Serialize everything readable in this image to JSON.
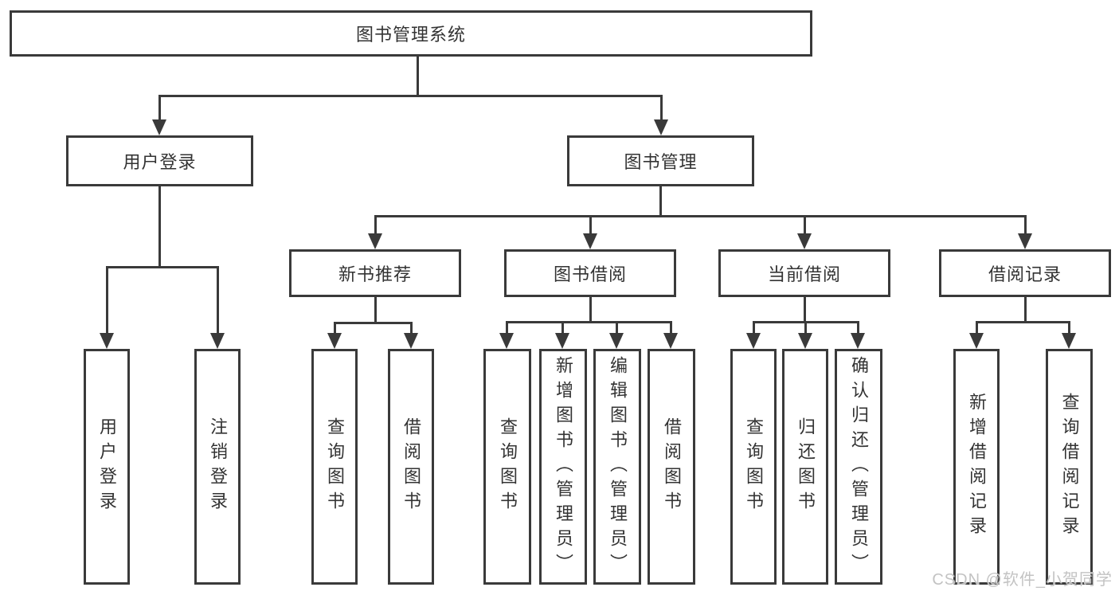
{
  "diagram_type": "hierarchy-tree",
  "tree": {
    "label": "图书管理系统",
    "children": [
      {
        "label": "用户登录",
        "children": [
          {
            "label": "用户登录"
          },
          {
            "label": "注销登录"
          }
        ]
      },
      {
        "label": "图书管理",
        "children": [
          {
            "label": "新书推荐",
            "children": [
              {
                "label": "查询图书"
              },
              {
                "label": "借阅图书"
              }
            ]
          },
          {
            "label": "图书借阅",
            "children": [
              {
                "label": "查询图书"
              },
              {
                "label": "新增图书（管理员）"
              },
              {
                "label": "编辑图书（管理员）"
              },
              {
                "label": "借阅图书"
              }
            ]
          },
          {
            "label": "当前借阅",
            "children": [
              {
                "label": "查询图书"
              },
              {
                "label": "归还图书"
              },
              {
                "label": "确认归还（管理员）"
              }
            ]
          },
          {
            "label": "借阅记录",
            "children": [
              {
                "label": "新增借阅记录"
              },
              {
                "label": "查询借阅记录"
              }
            ]
          }
        ]
      }
    ]
  },
  "watermark": "CSDN @软件_小贺同学",
  "colors": {
    "bg": "#ffffff",
    "line": "#3a3a3a",
    "text": "#333333",
    "wm": "#c3c3c3"
  }
}
